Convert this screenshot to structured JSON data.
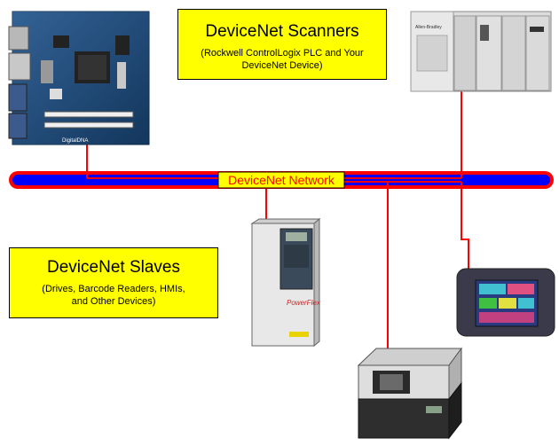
{
  "scanners": {
    "title": "DeviceNet Scanners",
    "subtitle_line1": "(Rockwell ControlLogix PLC and Your",
    "subtitle_line2": "DeviceNet Device)"
  },
  "network": {
    "label": "DeviceNet Network"
  },
  "slaves": {
    "title": "DeviceNet Slaves",
    "subtitle_line1": "(Drives, Barcode Readers, HMIs,",
    "subtitle_line2": "and Other Devices)"
  },
  "device_labels": {
    "plc_brand": "Allen-Bradley",
    "drive_brand": "PowerFlex",
    "board_brand": "DigitalDNA"
  },
  "colors": {
    "bus_blue": "#0000ff",
    "bus_red": "#ff0000",
    "callout_yellow": "#ffff00"
  }
}
